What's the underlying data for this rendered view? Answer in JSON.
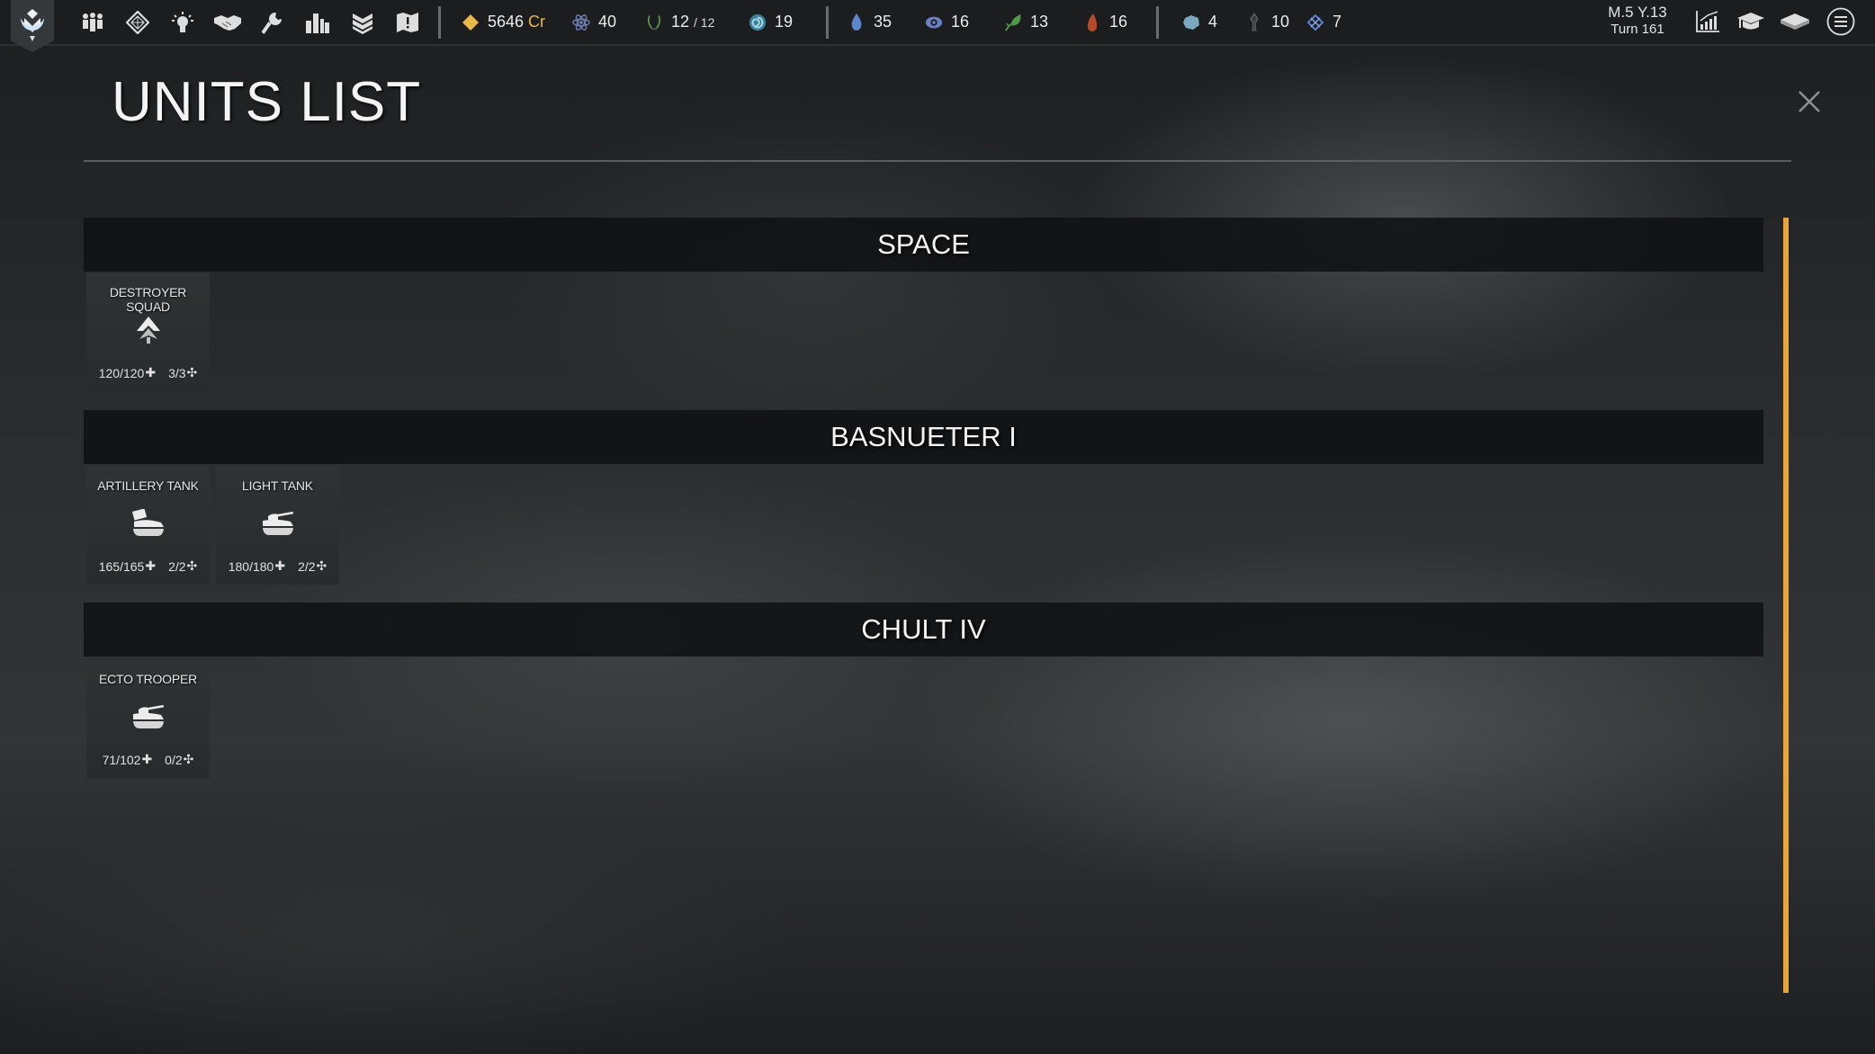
{
  "topbar": {
    "nav_icons": [
      {
        "name": "empire-icon"
      },
      {
        "name": "research-diamond-icon"
      },
      {
        "name": "ideas-lightbulb-icon"
      },
      {
        "name": "diplomacy-handshake-icon"
      },
      {
        "name": "design-wrench-icon"
      },
      {
        "name": "city-buildings-icon"
      },
      {
        "name": "military-ranks-icon"
      },
      {
        "name": "quests-map-icon"
      }
    ],
    "resources_primary": [
      {
        "name": "credits",
        "icon": "credits-diamond-icon",
        "value": "5646",
        "unit": "Cr",
        "color": "#e9b847"
      },
      {
        "name": "science",
        "icon": "science-atom-icon",
        "value": "40",
        "color": "#6f7fb5"
      },
      {
        "name": "population",
        "icon": "laurel-icon",
        "value": "12",
        "max": "/ 12",
        "color": "#5f9a4e"
      },
      {
        "name": "influence",
        "icon": "influence-spiral-icon",
        "value": "19",
        "color": "#4fa3c0"
      }
    ],
    "resources_strategic": [
      {
        "name": "water",
        "icon": "water-drop-icon",
        "value": "35",
        "color": "#5b86c9"
      },
      {
        "name": "vision",
        "icon": "eye-icon",
        "value": "16",
        "color": "#6a7fc4"
      },
      {
        "name": "nature",
        "icon": "leaf-icon",
        "value": "13",
        "color": "#4e9a48"
      },
      {
        "name": "fire",
        "icon": "flame-icon",
        "value": "16",
        "color": "#b84a2c"
      }
    ],
    "resources_luxury": [
      {
        "name": "ore",
        "icon": "ore-icon",
        "value": "4",
        "color": "#7aa6c0"
      },
      {
        "name": "essence",
        "icon": "essence-icon",
        "value": "10",
        "color": "#444"
      },
      {
        "name": "crystal",
        "icon": "crystal-icon",
        "value": "7",
        "color": "#5b7fd0"
      }
    ],
    "date": {
      "line1": "M.5 Y.13",
      "line2": "Turn 161"
    },
    "right_icons": [
      "stats-chart-icon",
      "academy-cap-icon",
      "encyclopedia-book-icon",
      "main-menu-icon"
    ]
  },
  "panel": {
    "title": "UNITS LIST",
    "accent_color": "#e8a53a"
  },
  "sections": [
    {
      "label": "SPACE",
      "units": [
        {
          "name": "DESTROYER SQUAD",
          "icon": "spaceship-icon",
          "hp": "120/120",
          "moves": "3/3"
        }
      ]
    },
    {
      "label": "BASNUETER I",
      "units": [
        {
          "name": "ARTILLERY TANK",
          "icon": "artillery-tank-icon",
          "hp": "165/165",
          "moves": "2/2"
        },
        {
          "name": "LIGHT TANK",
          "icon": "light-tank-icon",
          "hp": "180/180",
          "moves": "2/2"
        }
      ]
    },
    {
      "label": "CHULT IV",
      "units": [
        {
          "name": "ECTO TROOPER",
          "icon": "light-tank-icon",
          "hp": "71/102",
          "moves": "0/2"
        }
      ]
    }
  ]
}
